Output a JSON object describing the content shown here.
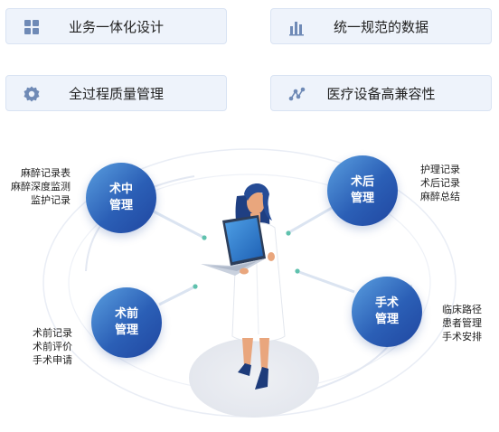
{
  "features": [
    {
      "label": "业务一体化设计",
      "icon": "grid-icon"
    },
    {
      "label": "统一规范的数据",
      "icon": "bar-chart-icon"
    },
    {
      "label": "全过程质量管理",
      "icon": "gear-icon"
    },
    {
      "label": "医疗设备高兼容性",
      "icon": "node-link-icon"
    }
  ],
  "modules": {
    "intraop": {
      "line1": "术中",
      "line2": "管理",
      "items": [
        "麻醉记录表",
        "麻醉深度监测",
        "监护记录"
      ]
    },
    "postop": {
      "line1": "术后",
      "line2": "管理",
      "items": [
        "护理记录",
        "术后记录",
        "麻醉总结"
      ]
    },
    "preop": {
      "line1": "术前",
      "line2": "管理",
      "items": [
        "术前记录",
        "术前评价",
        "手术申请"
      ]
    },
    "surgery": {
      "line1": "手术",
      "line2": "管理",
      "items": [
        "临床路径",
        "患者管理",
        "手术安排"
      ]
    }
  },
  "colors": {
    "accent": "#2b5fb6",
    "accent_light": "#5a9fe0",
    "feature_bg": "#eef3fb",
    "dot": "#5fc1ad"
  }
}
